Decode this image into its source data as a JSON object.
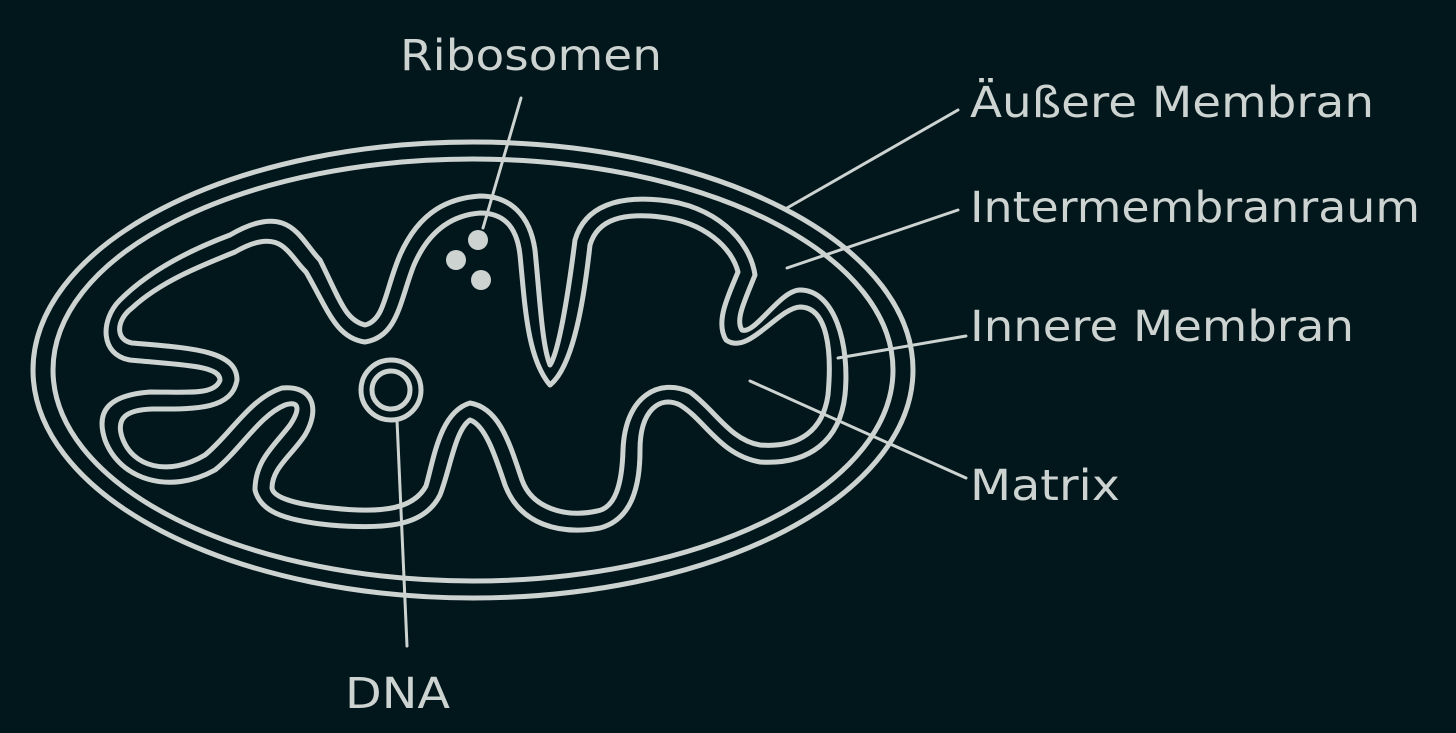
{
  "diagram": {
    "labels": {
      "ribosomes": "Ribosomen",
      "outer_membrane": "Äußere Membran",
      "intermembrane_space": "Intermembranraum",
      "inner_membrane": "Innere Membran",
      "matrix": "Matrix",
      "dna": "DNA"
    },
    "colors": {
      "background": "#02171b",
      "line": "#cdd3d1"
    }
  }
}
